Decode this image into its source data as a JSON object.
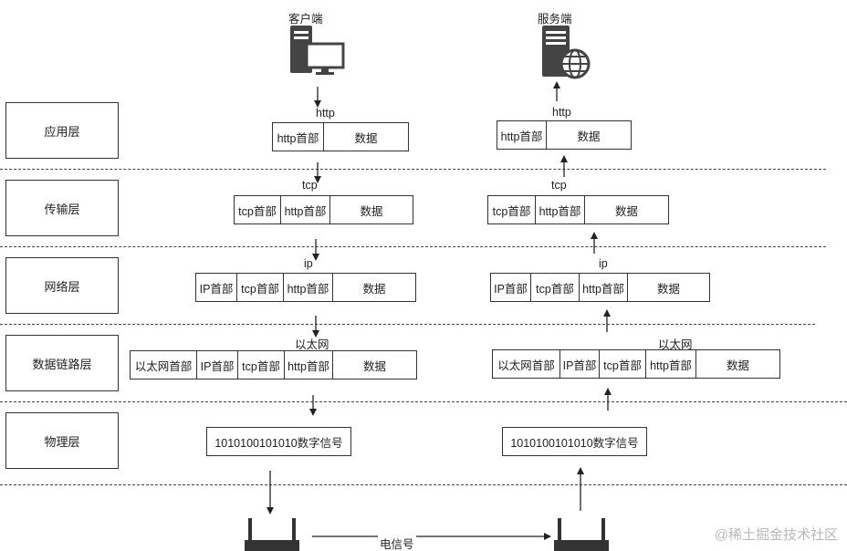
{
  "client": {
    "label": "客户端"
  },
  "server": {
    "label": "服务端"
  },
  "layers": [
    "应用层",
    "传输层",
    "网络层",
    "数据链路层",
    "物理层"
  ],
  "client_stack": {
    "http": {
      "label": "http",
      "cells": [
        "http首部",
        "数据"
      ]
    },
    "tcp": {
      "label": "tcp",
      "cells": [
        "tcp首部",
        "http首部",
        "数据"
      ]
    },
    "ip": {
      "label": "ip",
      "cells": [
        "IP首部",
        "tcp首部",
        "http首部",
        "数据"
      ]
    },
    "ethernet": {
      "label": "以太网",
      "cells": [
        "以太网首部",
        "IP首部",
        "tcp首部",
        "http首部",
        "数据"
      ]
    },
    "physical": {
      "cells": [
        "1010100101010数字信号"
      ]
    }
  },
  "server_stack": {
    "http": {
      "label": "http",
      "cells": [
        "http首部",
        "数据"
      ]
    },
    "tcp": {
      "label": "tcp",
      "cells": [
        "tcp首部",
        "http首部",
        "数据"
      ]
    },
    "ip": {
      "label": "ip",
      "cells": [
        "IP首部",
        "tcp首部",
        "http首部",
        "数据"
      ]
    },
    "ethernet": {
      "label": "以太网",
      "cells": [
        "以太网首部",
        "IP首部",
        "tcp首部",
        "http首部",
        "数据"
      ]
    },
    "physical": {
      "cells": [
        "1010100101010数字信号"
      ]
    }
  },
  "signal_label": "电信号",
  "watermark": "@稀土掘金技术社区",
  "colors": {
    "line": "#222222",
    "box_border": "#333333",
    "watermark": "#b9b9b9"
  },
  "icons": {
    "client": "desktop-computer-icon",
    "server": "server-globe-icon",
    "router": "router-icon"
  }
}
